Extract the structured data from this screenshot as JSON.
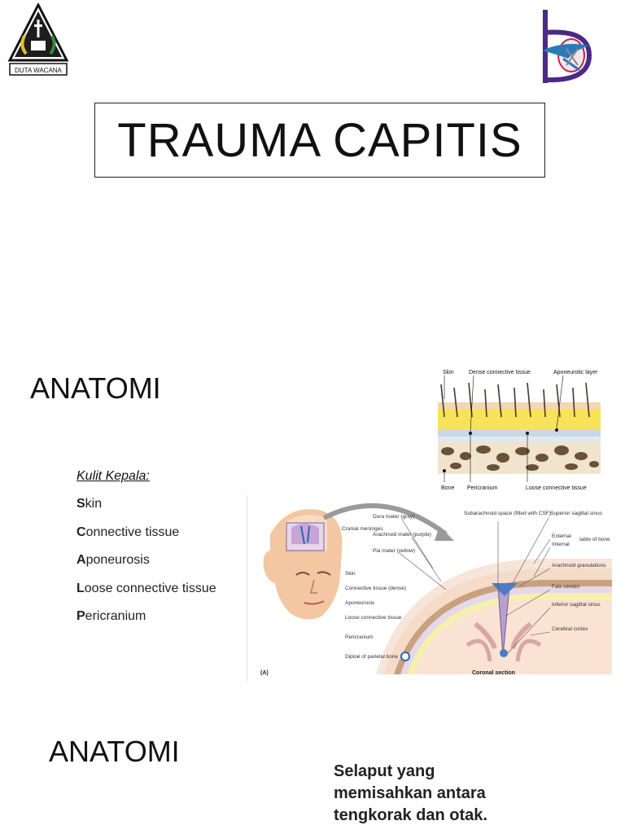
{
  "slide1": {
    "title": "TRAUMA CAPITIS",
    "logo_left_text": "DUTA WACANA"
  },
  "slide2": {
    "heading": "ANATOMI",
    "subheading": "Kulit Kepala:",
    "scalp_layers": [
      {
        "initial": "S",
        "rest": "kin"
      },
      {
        "initial": "C",
        "rest": "onnective tissue"
      },
      {
        "initial": "A",
        "rest": "poneurosis"
      },
      {
        "initial": "L",
        "rest": "oose connective tissue"
      },
      {
        "initial": "P",
        "rest": "ericranium"
      }
    ],
    "fig_top": {
      "labels": [
        "Skin",
        "Dense connective tissue",
        "Aponeurotic layer",
        "Bone",
        "Pericranium",
        "Loose connective tissue"
      ]
    },
    "fig_main": {
      "cranial_meninges": "Cranial meninges",
      "dura": "Dura mater (gray)",
      "arachnoid": "Arachnoid mater (purple)",
      "pia": "Pia mater (yellow)",
      "subarachnoid": "Subarachnoid space (filled with CSF)",
      "sup_sag_sinus": "Superior sagittal sinus",
      "external": "External",
      "internal": "Internal",
      "table_of_bone": "table of bone",
      "arachnoid_gran": "Arachnoid granulations",
      "falx": "Falx cerebri",
      "inf_sag_sinus": "Inferior sagittal sinus",
      "cortex": "Cerebral cortex",
      "skin_lbl": "Skin",
      "connective_lbl": "Connective tissue (dense)",
      "aponeurosis_lbl": "Aponeurosis",
      "loose_lbl": "Loose connective tissue",
      "pericranium_lbl": "Pericranium",
      "diploe": "Diploë of parietal bone",
      "panel": "(A)",
      "section": "Coronal section"
    }
  },
  "slide3": {
    "heading": "ANATOMI",
    "caption_lines": [
      "Selaput yang",
      "memisahkan antara",
      "tengkorak dan otak."
    ]
  }
}
